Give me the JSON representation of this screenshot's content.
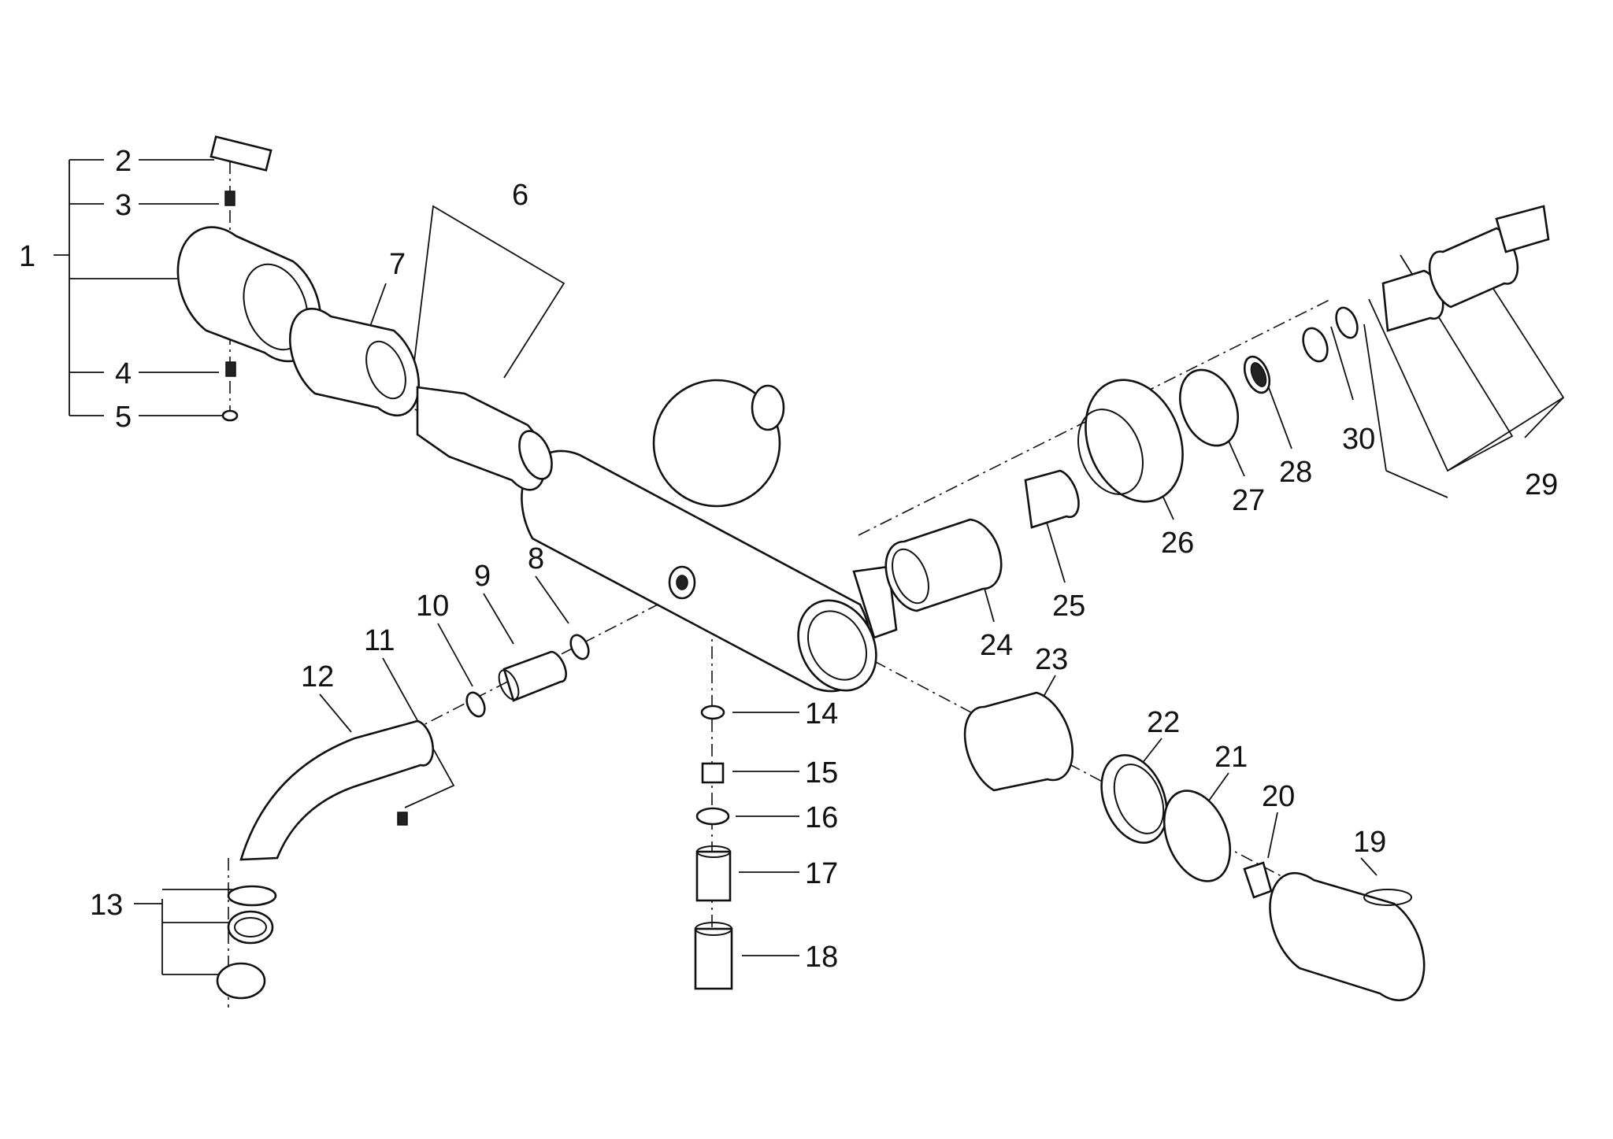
{
  "diagram": {
    "parts": [
      {
        "id": "1",
        "label": "1"
      },
      {
        "id": "2",
        "label": "2"
      },
      {
        "id": "3",
        "label": "3"
      },
      {
        "id": "4",
        "label": "4"
      },
      {
        "id": "5",
        "label": "5"
      },
      {
        "id": "6",
        "label": "6"
      },
      {
        "id": "7",
        "label": "7"
      },
      {
        "id": "8",
        "label": "8"
      },
      {
        "id": "9",
        "label": "9"
      },
      {
        "id": "10",
        "label": "10"
      },
      {
        "id": "11",
        "label": "11"
      },
      {
        "id": "12",
        "label": "12"
      },
      {
        "id": "13",
        "label": "13"
      },
      {
        "id": "14",
        "label": "14"
      },
      {
        "id": "15",
        "label": "15"
      },
      {
        "id": "16",
        "label": "16"
      },
      {
        "id": "17",
        "label": "17"
      },
      {
        "id": "18",
        "label": "18"
      },
      {
        "id": "19",
        "label": "19"
      },
      {
        "id": "20",
        "label": "20"
      },
      {
        "id": "21",
        "label": "21"
      },
      {
        "id": "22",
        "label": "22"
      },
      {
        "id": "23",
        "label": "23"
      },
      {
        "id": "24",
        "label": "24"
      },
      {
        "id": "25",
        "label": "25"
      },
      {
        "id": "26",
        "label": "26"
      },
      {
        "id": "27",
        "label": "27"
      },
      {
        "id": "28",
        "label": "28"
      },
      {
        "id": "29",
        "label": "29"
      },
      {
        "id": "30",
        "label": "30"
      }
    ]
  }
}
